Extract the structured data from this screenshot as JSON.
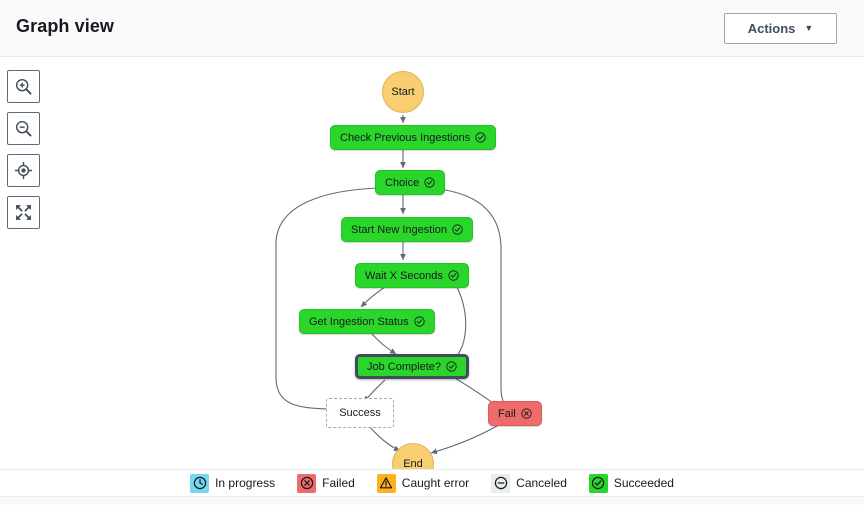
{
  "header": {
    "title": "Graph view",
    "actions_label": "Actions",
    "caret_icon": "chevron-down-icon"
  },
  "toolbar": {
    "buttons": [
      {
        "name": "zoom-in-button",
        "icon": "zoom-in-icon",
        "title": "Zoom in"
      },
      {
        "name": "zoom-out-button",
        "icon": "zoom-out-icon",
        "title": "Zoom out"
      },
      {
        "name": "center-button",
        "icon": "center-focus-icon",
        "title": "Center graph"
      },
      {
        "name": "fullscreen-button",
        "icon": "fullscreen-icon",
        "title": "Full screen"
      }
    ]
  },
  "graph": {
    "nodes": {
      "start": {
        "label": "Start",
        "type": "terminal",
        "status": "none"
      },
      "check_previous": {
        "label": "Check Previous Ingestions",
        "type": "task",
        "status": "succeeded"
      },
      "choice": {
        "label": "Choice",
        "type": "task",
        "status": "succeeded"
      },
      "start_new": {
        "label": "Start New Ingestion",
        "type": "task",
        "status": "succeeded"
      },
      "wait": {
        "label": "Wait X Seconds",
        "type": "task",
        "status": "succeeded"
      },
      "get_status": {
        "label": "Get Ingestion Status",
        "type": "task",
        "status": "succeeded"
      },
      "job_complete": {
        "label": "Job Complete?",
        "type": "task",
        "status": "succeeded",
        "selected": true
      },
      "success": {
        "label": "Success",
        "type": "pending",
        "status": "none"
      },
      "fail": {
        "label": "Fail",
        "type": "fail",
        "status": "failed"
      },
      "end": {
        "label": "End",
        "type": "terminal",
        "status": "none"
      }
    }
  },
  "legend": {
    "items": [
      {
        "label": "In progress",
        "icon": "clock-icon",
        "color": "#78d7f0"
      },
      {
        "label": "Failed",
        "icon": "x-circle-icon",
        "color": "#ee6b6b"
      },
      {
        "label": "Caught error",
        "icon": "warning-triangle-icon",
        "color": "#ffb11b"
      },
      {
        "label": "Canceled",
        "icon": "minus-circle-icon",
        "color": "#eaeded"
      },
      {
        "label": "Succeeded",
        "icon": "check-circle-icon",
        "color": "#2bd62b"
      }
    ]
  },
  "colors": {
    "succeeded": "#2bd62b",
    "failed": "#ee6b6b",
    "terminal": "#f8ce70",
    "in_progress": "#78d7f0",
    "caught_error": "#ffb11b",
    "canceled": "#eaeded",
    "edge": "#5f6b7a"
  }
}
